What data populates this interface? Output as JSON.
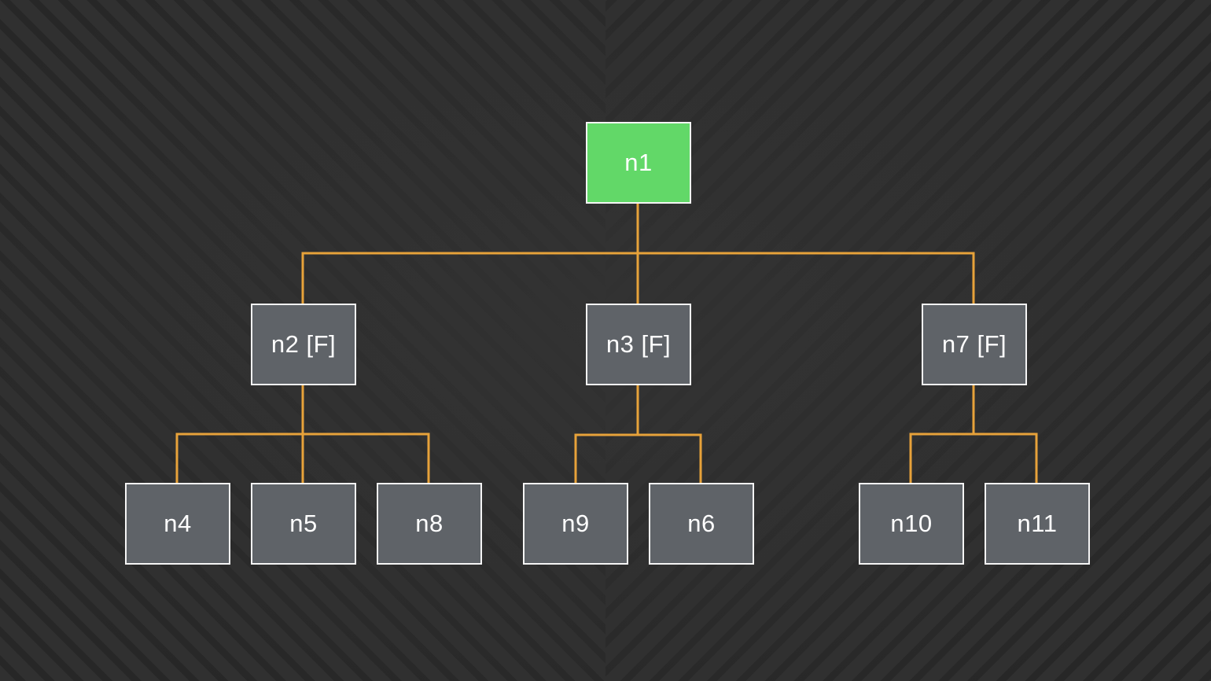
{
  "colors": {
    "background": "#303030",
    "stripe": "#262626",
    "connector": "#e7a23a",
    "node_fill": "#5f6368",
    "root_fill": "#62d868",
    "node_border": "#f5f5f5",
    "node_text": "#ffffff"
  },
  "tree": {
    "root": {
      "id": "n1",
      "label": "n1"
    },
    "level1": [
      {
        "id": "n2",
        "label": "n2 [F]",
        "children": [
          "n4",
          "n5",
          "n8"
        ]
      },
      {
        "id": "n3",
        "label": "n3 [F]",
        "children": [
          "n9",
          "n6"
        ]
      },
      {
        "id": "n7",
        "label": "n7 [F]",
        "children": [
          "n10",
          "n11"
        ]
      }
    ],
    "level2": [
      {
        "id": "n4",
        "label": "n4"
      },
      {
        "id": "n5",
        "label": "n5"
      },
      {
        "id": "n8",
        "label": "n8"
      },
      {
        "id": "n9",
        "label": "n9"
      },
      {
        "id": "n6",
        "label": "n6"
      },
      {
        "id": "n10",
        "label": "n10"
      },
      {
        "id": "n11",
        "label": "n11"
      }
    ]
  }
}
